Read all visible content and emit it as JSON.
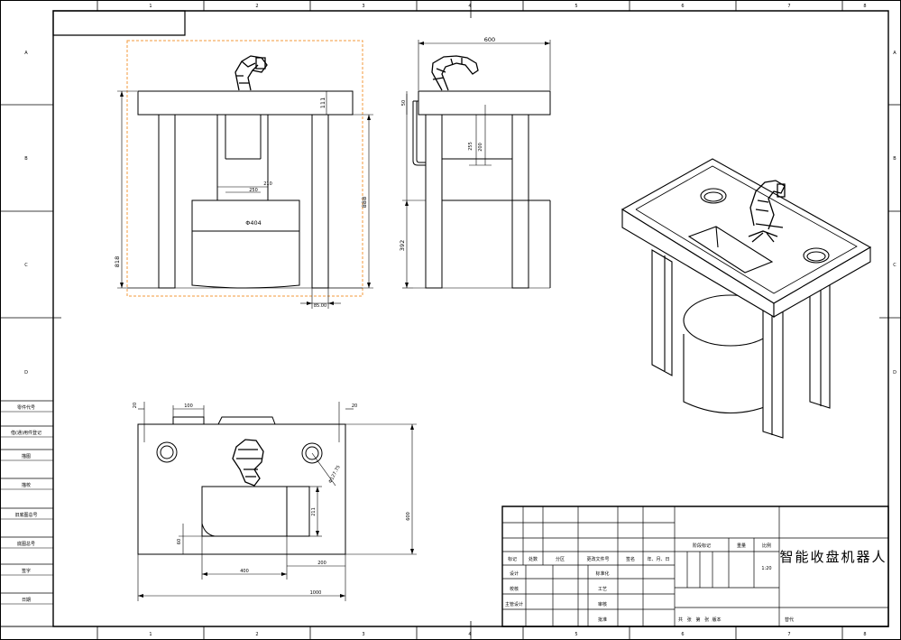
{
  "sheet": {
    "col_labels": [
      "1",
      "2",
      "3",
      "4",
      "5",
      "6",
      "7",
      "8"
    ],
    "row_labels": [
      "A",
      "B",
      "C",
      "D"
    ]
  },
  "front_view": {
    "dims": {
      "top_height": "111",
      "leg_height": "888",
      "total_height": "818",
      "inner_a": "210",
      "inner_b": "250",
      "diameter": "Φ404",
      "bottom_offset": "85.00"
    }
  },
  "side_view": {
    "dims": {
      "width": "600",
      "rail": "50",
      "mid_a": "255",
      "mid_b": "200",
      "lower": "392"
    }
  },
  "top_view": {
    "dims": {
      "w100": "100",
      "w20a": "20",
      "w20b": "20",
      "dia": "Φ127.75",
      "h211": "211",
      "h600": "600",
      "h60": "60",
      "w400": "400",
      "w200": "200",
      "w1000": "1000"
    }
  },
  "left_strip": {
    "items": [
      "零件代号",
      "借(通)用件登记",
      "描图",
      "描校",
      "旧底图总号",
      "底图总号",
      "签字",
      "日期"
    ]
  },
  "title_block": {
    "row_headers": [
      "标记",
      "处数",
      "分区",
      "更改文件号",
      "签名",
      "年、月、日"
    ],
    "left_labels": [
      "设计",
      "校核",
      "主管设计"
    ],
    "mid_labels": [
      "标准化",
      "工艺",
      "审核",
      "批准"
    ],
    "stage_header": "阶段标记",
    "weight_header": "重量",
    "scale_header": "比例",
    "scale_value": "1:20",
    "title": "智能收盘机器人",
    "sheet_info": "共   张   第   张  版本",
    "replace": "替代"
  }
}
